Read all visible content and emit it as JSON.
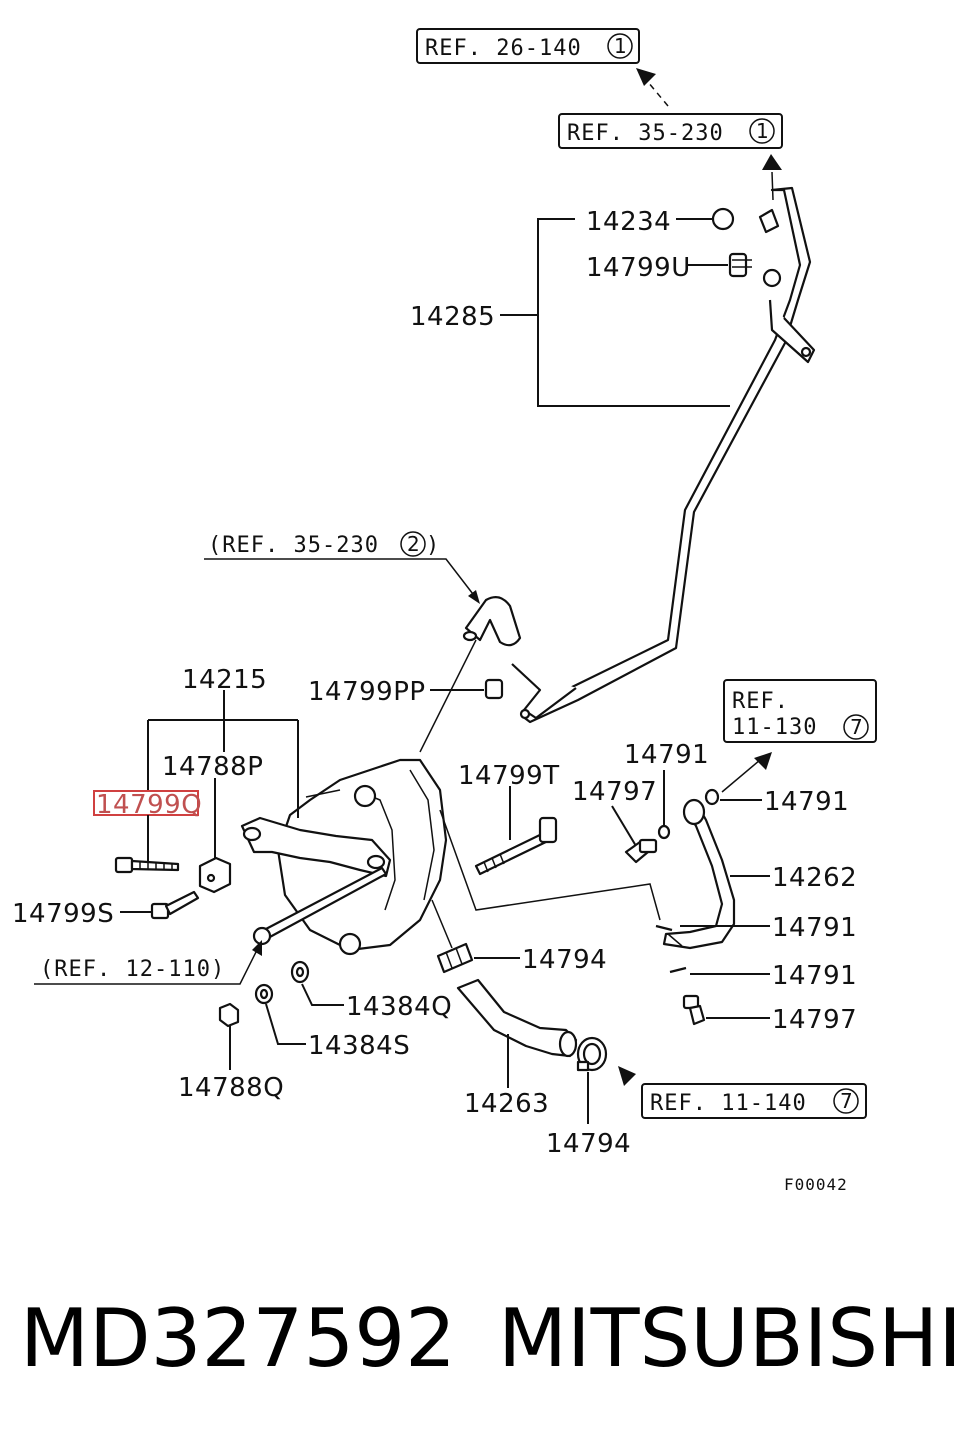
{
  "labels": {
    "p14234": "14234",
    "p14799U": "14799U",
    "p14285": "14285",
    "p14215": "14215",
    "p14799PP": "14799PP",
    "p14788P": "14788P",
    "p14799Q": "14799Q",
    "p14799S": "14799S",
    "p14799T": "14799T",
    "p14791a": "14791",
    "p14797a": "14797",
    "p14791b": "14791",
    "p14262": "14262",
    "p14791c": "14791",
    "p14794a": "14794",
    "p14791d": "14791",
    "p14797b": "14797",
    "p14384Q": "14384Q",
    "p14384S": "14384S",
    "p14788Q": "14788Q",
    "p14263": "14263",
    "p14794b": "14794"
  },
  "refs": {
    "ref26_text": "REF. 26-140",
    "ref26_num": "1",
    "ref35a_text": "REF. 35-230",
    "ref35a_num": "1",
    "ref35b_text": "(REF. 35-230",
    "ref35b_num": "2",
    "ref35b_close": ")",
    "ref11_130_line1": "REF.",
    "ref11_130_line2": "11-130",
    "ref11_130_num": "7",
    "ref12_text": "(REF. 12-110)",
    "ref11_140_text": "REF. 11-140",
    "ref11_140_num": "7"
  },
  "figure_code": "F00042",
  "highlight_color": "#d04040",
  "footer": {
    "part_number": "MD327592",
    "brand": "MITSUBISHI"
  }
}
